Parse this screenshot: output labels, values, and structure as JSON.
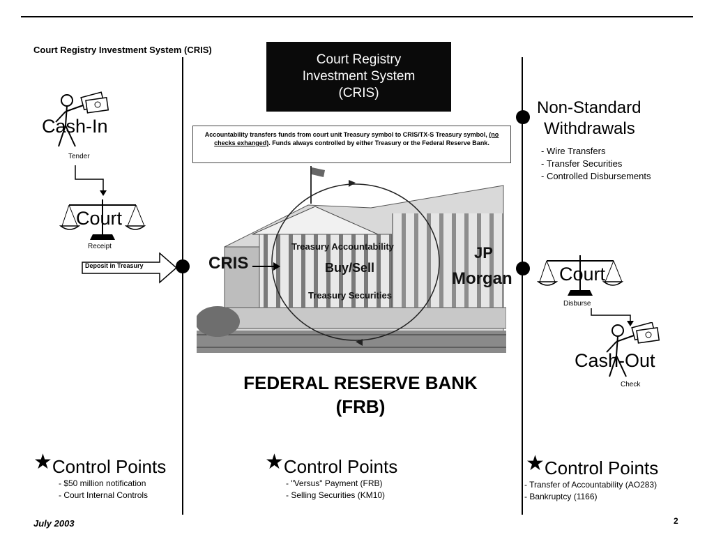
{
  "header": {
    "label": "Court Registry Investment System (CRIS)",
    "title_lines": [
      "Court Registry",
      "Investment System",
      "(CRIS)"
    ]
  },
  "info_box": {
    "text_before": "Accountability transfers funds from court unit Treasury symbol to CRIS/TX-S Treasury symbol, ",
    "underlined": "(no checks exhanged)",
    "text_after": ".  Funds always controlled by either Treasury or the Federal Reserve Bank."
  },
  "left": {
    "cash_in": "Cash-In",
    "tender": "Tender",
    "court": "Court",
    "receipt": "Receipt",
    "deposit": "Deposit in Treasury"
  },
  "center": {
    "cris": "CRIS",
    "treasury_accountability": "Treasury Accountability",
    "buy_sell": "Buy/Sell",
    "treasury_securities": "Treasury Securities",
    "jp": "JP",
    "morgan": "Morgan",
    "frb_line1": "FEDERAL RESERVE BANK",
    "frb_line2": "(FRB)"
  },
  "right": {
    "title_line1": "Non-Standard",
    "title_line2": "Withdrawals",
    "items": [
      "- Wire Transfers",
      "- Transfer Securities",
      "- Controlled Disbursements"
    ],
    "court": "Court",
    "disburse": "Disburse",
    "cash_out": "Cash-Out",
    "check": "Check"
  },
  "control_points": [
    {
      "title": "Control Points",
      "items": [
        "- $50 million notification",
        "- Court Internal Controls"
      ]
    },
    {
      "title": "Control Points",
      "items": [
        "- \"Versus\" Payment (FRB)",
        "- Selling Securities (KM10)"
      ]
    },
    {
      "title": "Control Points",
      "items": [
        "- Transfer of Accountability (AO283)",
        "- Bankruptcy (1166)"
      ]
    }
  ],
  "footer": {
    "date": "July 2003",
    "page": "2"
  },
  "icons": {
    "star": "★",
    "person": "person-with-money-icon",
    "scale": "scale-icon"
  }
}
